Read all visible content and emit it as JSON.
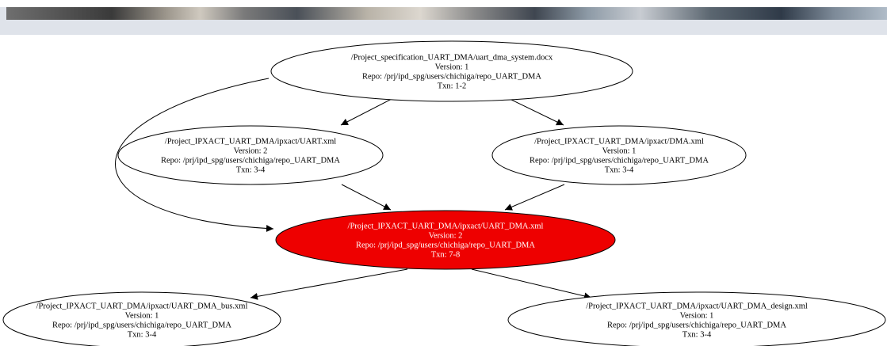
{
  "graph": {
    "nodes": [
      {
        "id": "spec",
        "lines": [
          "/Project_specification_UART_DMA/uart_dma_system.docx",
          "Version: 1",
          "Repo: /prj/ipd_spg/users/chichiga/repo_UART_DMA",
          "Txn: 1-2"
        ],
        "fill": "#ffffff",
        "text_color": "#000000"
      },
      {
        "id": "uart",
        "lines": [
          "/Project_IPXACT_UART_DMA/ipxact/UART.xml",
          "Version: 2",
          "Repo: /prj/ipd_spg/users/chichiga/repo_UART_DMA",
          "Txn: 3-4"
        ],
        "fill": "#ffffff",
        "text_color": "#000000"
      },
      {
        "id": "dma",
        "lines": [
          "/Project_IPXACT_UART_DMA/ipxact/DMA.xml",
          "Version: 1",
          "Repo: /prj/ipd_spg/users/chichiga/repo_UART_DMA",
          "Txn: 3-4"
        ],
        "fill": "#ffffff",
        "text_color": "#000000"
      },
      {
        "id": "uart_dma",
        "lines": [
          "/Project_IPXACT_UART_DMA/ipxact/UART_DMA.xml",
          "Version: 2",
          "Repo: /prj/ipd_spg/users/chichiga/repo_UART_DMA",
          "Txn: 7-8"
        ],
        "fill": "#ee0000",
        "text_color": "#ffffff"
      },
      {
        "id": "bus",
        "lines": [
          "/Project_IPXACT_UART_DMA/ipxact/UART_DMA_bus.xml",
          "Version: 1",
          "Repo: /prj/ipd_spg/users/chichiga/repo_UART_DMA",
          "Txn: 3-4"
        ],
        "fill": "#ffffff",
        "text_color": "#000000"
      },
      {
        "id": "design",
        "lines": [
          "/Project_IPXACT_UART_DMA/ipxact/UART_DMA_design.xml",
          "Version: 1",
          "Repo: /prj/ipd_spg/users/chichiga/repo_UART_DMA",
          "Txn: 3-4"
        ],
        "fill": "#ffffff",
        "text_color": "#000000"
      }
    ],
    "edges": [
      {
        "from": "spec",
        "to": "uart"
      },
      {
        "from": "spec",
        "to": "dma"
      },
      {
        "from": "spec",
        "to": "uart_dma"
      },
      {
        "from": "uart",
        "to": "uart_dma"
      },
      {
        "from": "dma",
        "to": "uart_dma"
      },
      {
        "from": "uart_dma",
        "to": "bus"
      },
      {
        "from": "uart_dma",
        "to": "design"
      }
    ],
    "edge_color": "#000000",
    "node_stroke": "#000000"
  }
}
